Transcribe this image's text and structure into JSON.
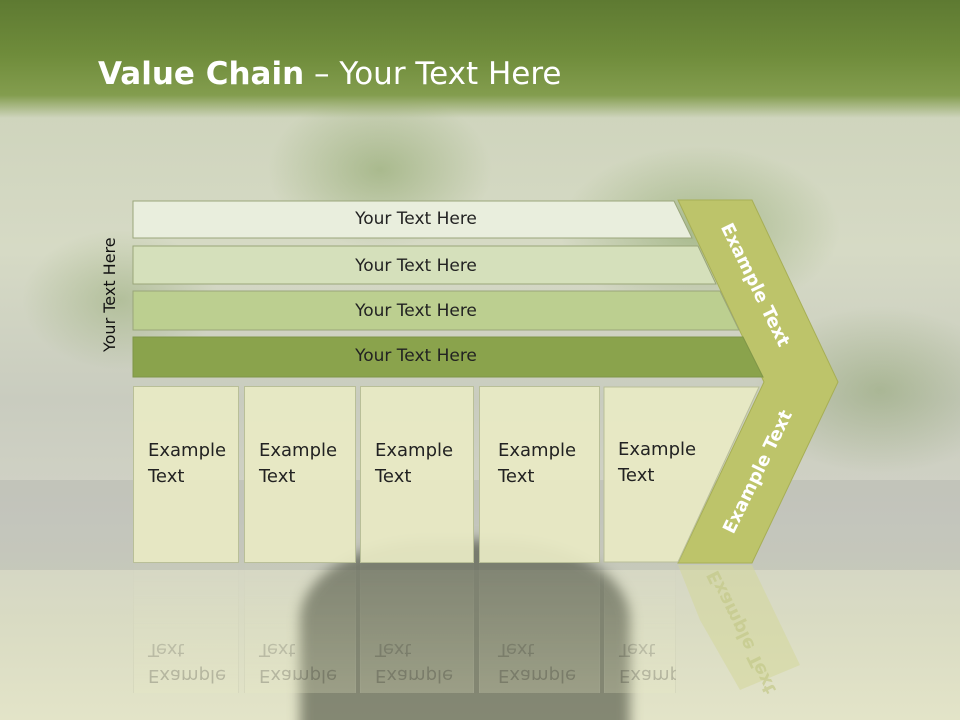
{
  "slide": {
    "title_bold": "Value Chain",
    "title_rest": " – Your Text Here",
    "vertical_label": "Your Text Here"
  },
  "bars": [
    {
      "label": "Your Text Here",
      "color": "#e9eedd"
    },
    {
      "label": "Your Text Here",
      "color": "#d5e0bb"
    },
    {
      "label": "Your Text Here",
      "color": "#bccf90"
    },
    {
      "label": "Your Text Here",
      "color": "#8aa34c"
    }
  ],
  "boxes": [
    {
      "line1": "Example",
      "line2": "Text"
    },
    {
      "line1": "Example",
      "line2": "Text"
    },
    {
      "line1": "Example",
      "line2": "Text"
    },
    {
      "line1": "Example",
      "line2": "Text"
    },
    {
      "line1": "Example",
      "line2": "Text"
    }
  ],
  "chevron": {
    "upper_text": "Example Text",
    "lower_text": "Example Text",
    "color": "#bdc46a"
  },
  "colors": {
    "header": "#6f8c3b",
    "box_fill": "#e8eac4"
  }
}
